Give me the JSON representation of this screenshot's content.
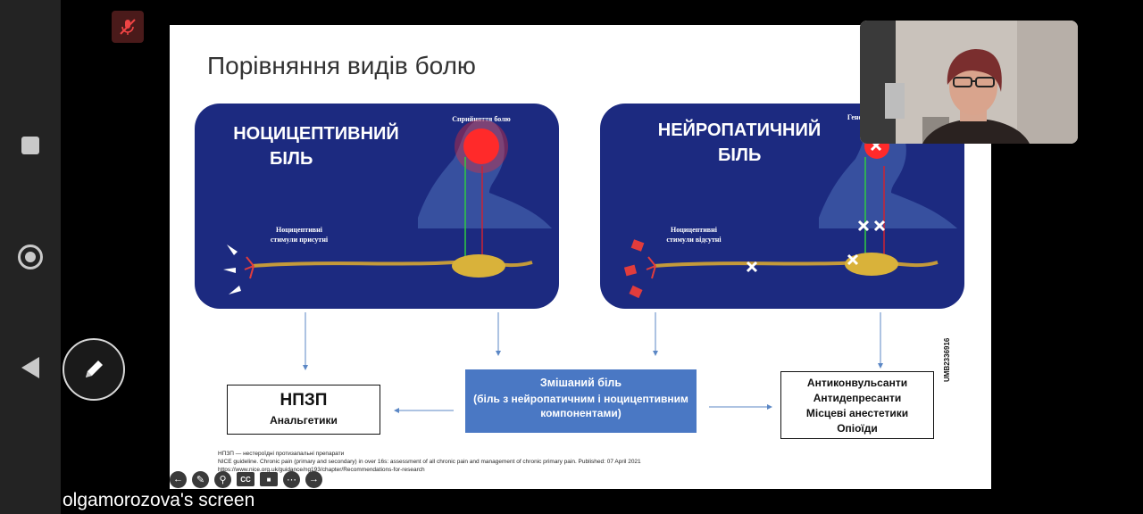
{
  "slide": {
    "title": "Порівняння видів болю",
    "panel_left": {
      "title_line1": "НОЦИЦЕПТИВНИЙ",
      "title_line2": "БІЛЬ",
      "perception_label": "Сприйняття болю",
      "stimuli_line1": "Ноцицептивні",
      "stimuli_line2": "стимули присутні"
    },
    "panel_right": {
      "title_line1": "НЕЙРОПАТИЧНИЙ",
      "title_line2": "БІЛЬ",
      "partial_label": "Гене",
      "stimuli_line1": "Ноцицептивні",
      "stimuli_line2": "стимули відсутні"
    },
    "box_nsaid": {
      "title": "НПЗП",
      "subtitle": "Анальгетики"
    },
    "box_mixed": {
      "title": "Змішаний біль",
      "line2": "(біль з нейропатичним і ноцицептивним",
      "line3": "компонентами)"
    },
    "box_drugs": [
      "Антиконвульсанти",
      "Антидепресанти",
      "Місцеві анестетики",
      "Опіоїди"
    ],
    "footnotes": [
      "НПЗП — нестероїдні протизапальні препарати",
      "NICE guideline. Chronic pain (primary and secondary) in over 16s: assessment of all chronic pain and management of chronic primary pain. Published: 07 April 2021",
      "https://www.nice.org.uk/guidance/ng193/chapter/Recommendations-for-research"
    ],
    "vertical_code": "UMB2336916"
  },
  "caption": "olgamorozova's screen",
  "colors": {
    "panel_bg": "#1c2a80",
    "mixed_box": "#4a78c4",
    "arrow": "#5b87c5"
  }
}
